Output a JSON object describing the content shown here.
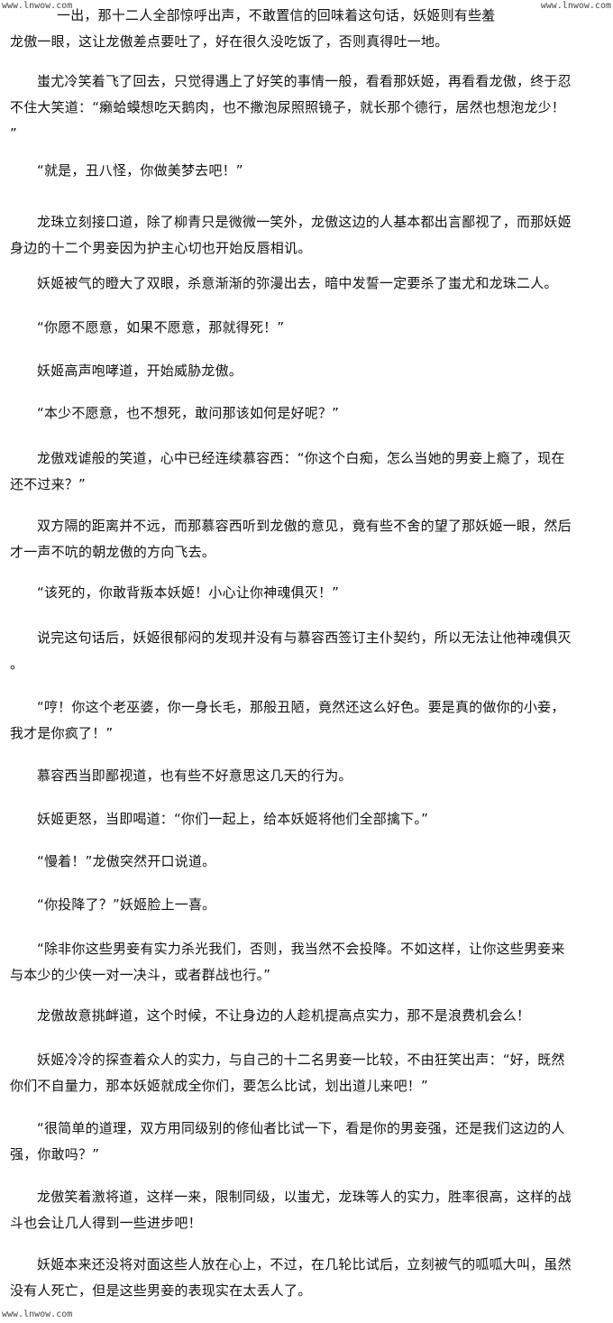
{
  "watermark": {
    "top_left": "www.lnwow.com",
    "top_right": "www.lnwow.com",
    "bottom_left": "www.lnwow.com"
  },
  "paragraphs": [
    [
      "一出，那十二人全部惊呼出声，不敢置信的回味着这句话，妖姬则有些羞",
      "龙傲一眼，这让龙傲差点要吐了，好在很久没吃饭了，否则真得吐一地。"
    ],
    [
      "蚩尤冷笑着飞了回去，只觉得遇上了好笑的事情一般，看看那妖姬，再看看龙傲，终于忍",
      "不住大笑道：“癞蛤蟆想吃天鹅肉，也不撒泡尿照照镜子，就长那个德行，居然也想泡龙少！",
      "”"
    ],
    [
      "“就是，丑八怪，你做美梦去吧！”"
    ],
    [
      "龙珠立刻接口道，除了柳青只是微微一笑外，龙傲这边的人基本都出言鄙视了，而那妖姬",
      "身边的十二个男妾因为护主心切也开始反唇相讥。"
    ],
    [
      "妖姬被气的瞪大了双眼，杀意渐渐的弥漫出去，暗中发誓一定要杀了蚩尤和龙珠二人。"
    ],
    [
      "“你愿不愿意，如果不愿意，那就得死！”"
    ],
    [
      "妖姬高声咆哮道，开始威胁龙傲。"
    ],
    [
      "“本少不愿意，也不想死，敢问那该如何是好呢？”"
    ],
    [
      "龙傲戏谑般的笑道，心中已经连续慕容西：“你这个白痴，怎么当她的男妾上瘾了，现在",
      "还不过来？”"
    ],
    [
      "双方隔的距离并不远，而那慕容西听到龙傲的意见，竟有些不舍的望了那妖姬一眼，然后",
      "才一声不吭的朝龙傲的方向飞去。"
    ],
    [
      "“该死的，你敢背叛本妖姬！小心让你神魂俱灭！”"
    ],
    [
      "说完这句话后，妖姬很郁闷的发现并没有与慕容西签订主仆契约，所以无法让他神魂俱灭",
      "。"
    ],
    [
      "“哼！你这个老巫婆，你一身长毛，那般丑陋，竟然还这么好色。要是真的做你的小妾，",
      "我才是你疯了！”"
    ],
    [
      "慕容西当即鄙视道，也有些不好意思这几天的行为。"
    ],
    [
      "妖姬更怒，当即喝道：“你们一起上，给本妖姬将他们全部擒下。”"
    ],
    [
      "“慢着！”龙傲突然开口说道。"
    ],
    [
      "“你投降了？”妖姬脸上一喜。"
    ],
    [
      "“除非你这些男妾有实力杀光我们，否则，我当然不会投降。不如这样，让你这些男妾来",
      "与本少的少侠一对一决斗，或者群战也行。”"
    ],
    [
      "龙傲故意挑衅道，这个时候，不让身边的人趁机提高点实力，那不是浪费机会么！"
    ],
    [
      "妖姬冷冷的探查着众人的实力，与自己的十二名男妾一比较，不由狂笑出声：“好，既然",
      "你们不自量力，那本妖姬就成全你们，要怎么比试，划出道儿来吧！”"
    ],
    [
      "“很简单的道理，双方用同级别的修仙者比试一下，看是你的男妾强，还是我们这边的人",
      "强，你敢吗？”"
    ],
    [
      "龙傲笑着激将道，这样一来，限制同级，以蚩尤，龙珠等人的实力，胜率很高，这样的战",
      "斗也会让几人得到一些进步吧！"
    ],
    [
      "妖姬本来还没将对面这些人放在心上，不过，在几轮比试后，立刻被气的呱呱大叫，虽然",
      "没有人死亡，但是这些男妾的表现实在太丢人了。"
    ]
  ]
}
